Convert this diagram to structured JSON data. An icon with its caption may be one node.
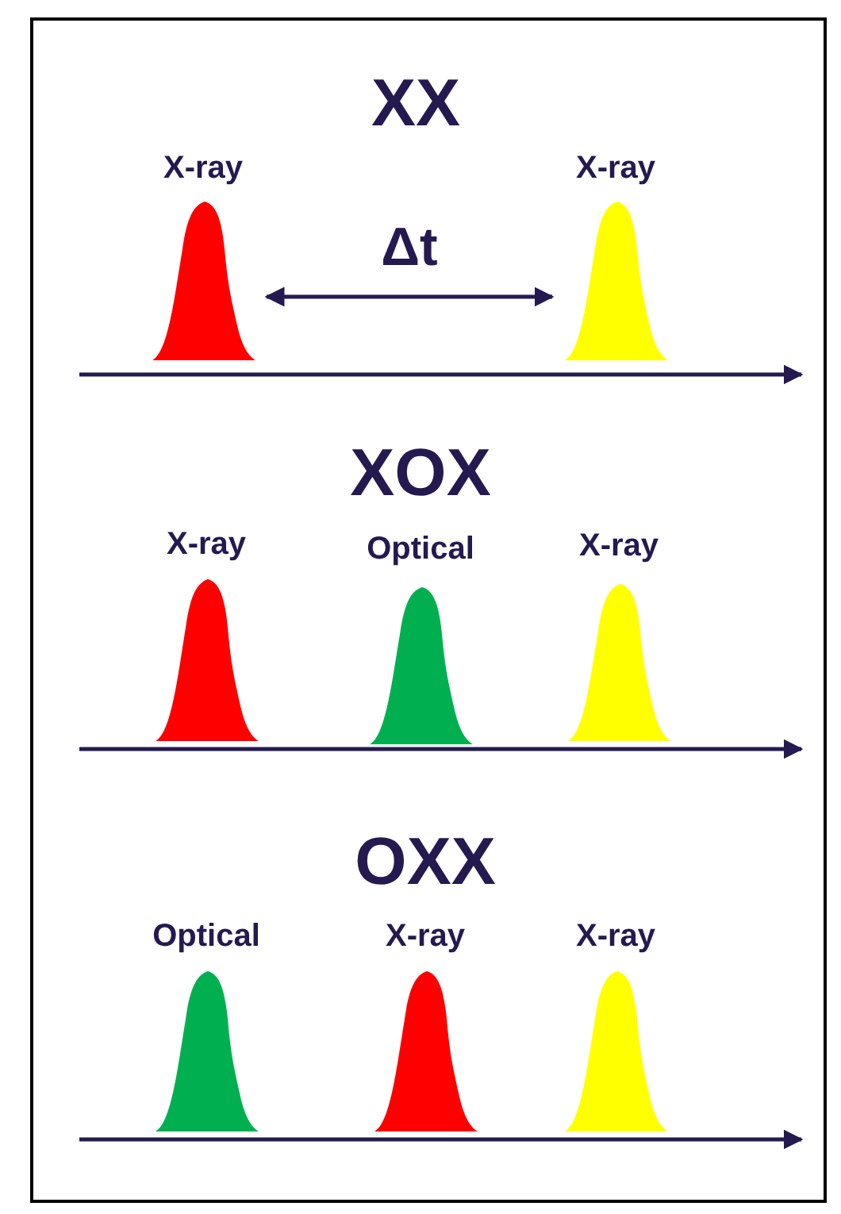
{
  "diagram": {
    "nodes": [
      {
        "text": [
          "X-ray"
        ]
      },
      {
        "text": [
          "X-ray"
        ]
      },
      {
        "text": [
          "X-ray"
        ]
      },
      {
        "text": [
          "Optical"
        ]
      },
      {
        "text": [
          "X-ray"
        ]
      },
      {
        "text": [
          "Optical"
        ]
      },
      {
        "text": [
          "X-ray"
        ]
      },
      {
        "text": [
          "X-ray"
        ]
      }
    ],
    "edges": [
      {
        "from": 0,
        "to": 1,
        "arrow": "both",
        "label": "Δt"
      }
    ],
    "labels": [
      "XX",
      "XOX",
      "OXX"
    ]
  }
}
